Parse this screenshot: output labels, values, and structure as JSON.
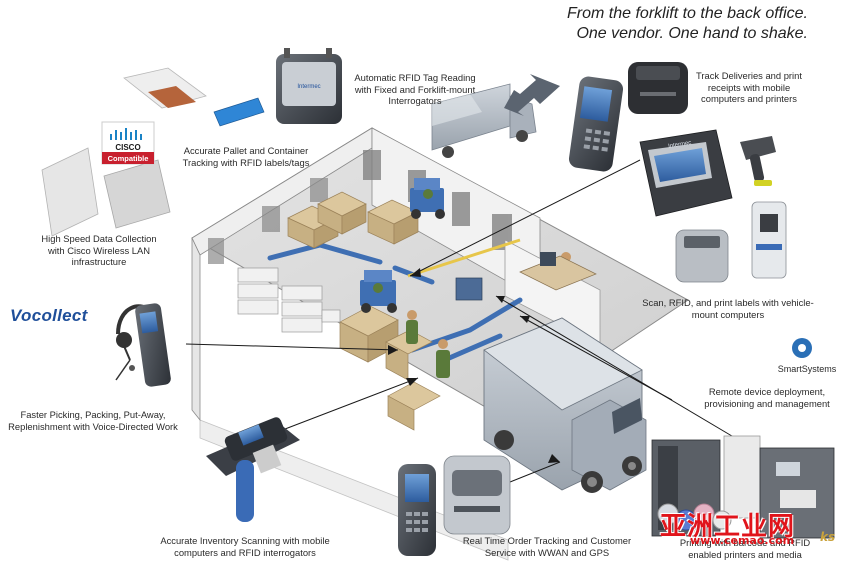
{
  "headline": {
    "line1": "From the forklift to the back office.",
    "line2": "One vendor.  One hand to shake."
  },
  "captions": {
    "rfid_tags": [
      "Accurate Pallet and Container",
      "Tracking with RFID labels/tags"
    ],
    "rfid_reading": [
      "Automatic RFID Tag Reading",
      "with Fixed and Forklift-mount",
      "Interrogators"
    ],
    "cisco_lan": [
      "High Speed Data Collection",
      "with Cisco Wireless LAN",
      "infrastructure"
    ],
    "voice": [
      "Faster Picking, Packing, Put-Away,",
      "Replenishment with Voice-Directed Work"
    ],
    "inventory": [
      "Accurate Inventory Scanning with mobile",
      "computers and RFID interrogators"
    ],
    "order_tracking": [
      "Real Time Order Tracking and Customer",
      "Service with WWAN and GPS"
    ],
    "printing": [
      "Printing with barcode and RFID",
      "enabled printers and media"
    ],
    "deliveries": [
      "Track Deliveries and print",
      "receipts with mobile",
      "computers and printers"
    ],
    "vehicle_mount": [
      "Scan, RFID, and print labels with vehicle-",
      "mount computers"
    ],
    "remote": [
      "Remote device deployment,",
      "provisioning  and management"
    ]
  },
  "brands": {
    "cisco": "CISCO",
    "compatible": "Compatible",
    "vocollect": "Vocollect",
    "smartsystems": "SmartSystems",
    "intermec": "Intermec"
  },
  "watermark": {
    "cn": "亚洲工业网",
    "url": "www.cemao.com",
    "partial": "ks"
  },
  "colors": {
    "floor": "#d9d9d9",
    "wall": "#ececec",
    "box": "#d8c39a",
    "blue_rail": "#3f6fb3",
    "truck": "#b4bcc6",
    "line": "#1a1a1a",
    "watermark_red": "#e0141b",
    "cisco_blue": "#1a83c6",
    "vocollect_blue": "#1f4f9a"
  }
}
